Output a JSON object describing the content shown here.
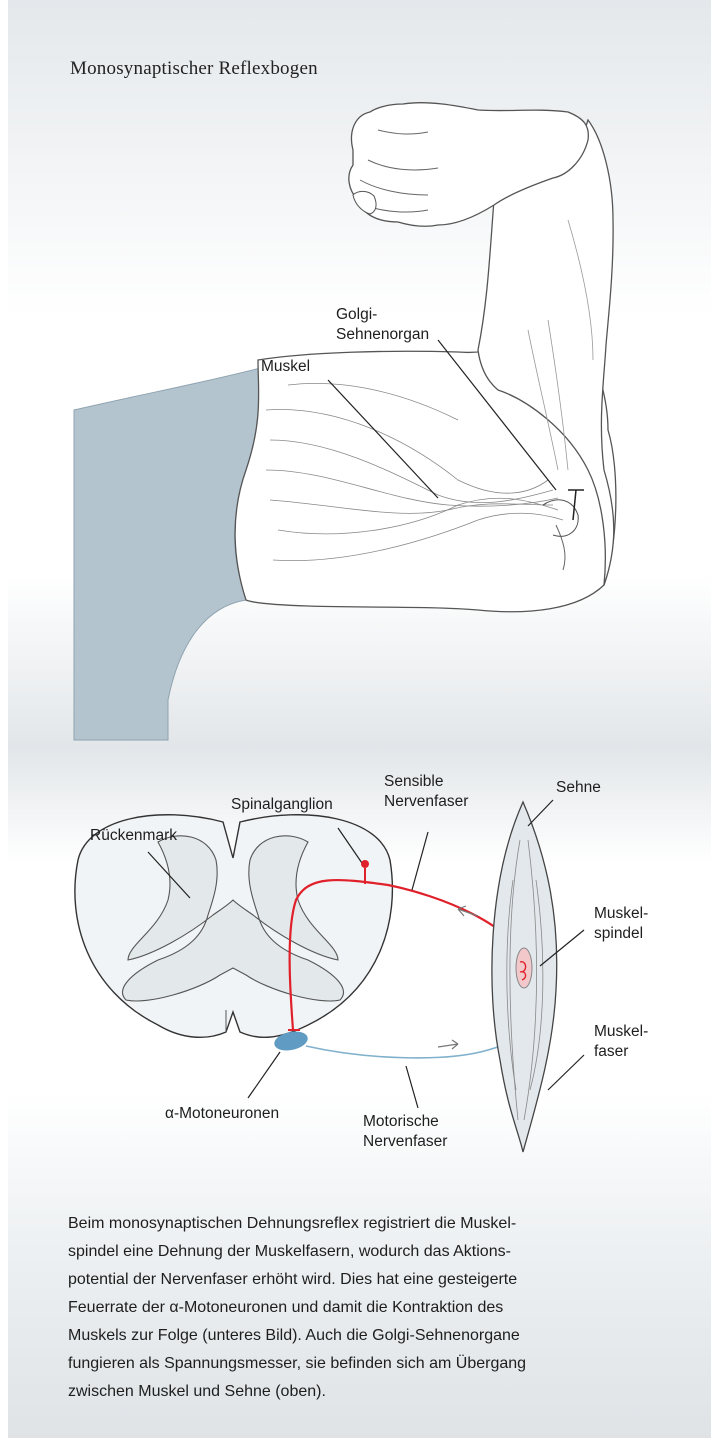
{
  "title": "Monosynaptischer Reflexbogen",
  "arm_labels": {
    "golgi": "Golgi-\nSehnenorgan",
    "muskel": "Muskel"
  },
  "spinal_labels": {
    "rueckenmark": "Rückenmark",
    "spinalganglion": "Spinalganglion",
    "sensible": "Sensible\nNervenfaser",
    "sehne": "Sehne",
    "muskelspindel": "Muskel-\nspindel",
    "muskelfaser": "Muskel-\nfaser",
    "motoneuronen": "α-Motoneuronen",
    "motorische": "Motorische\nNervenfaser"
  },
  "caption_lines": [
    "Beim monosynaptischen Dehnungsreflex registriert die Muskel-",
    "spindel eine Dehnung der Muskelfasern, wodurch das Aktions-",
    "potential der Nervenfaser erhöht wird. Dies hat eine gesteigerte",
    "Feuerrate der α-Motoneuronen und damit die Kontraktion des",
    "Muskels zur Folge (unteres Bild). Auch die Golgi-Sehnenorgane",
    "fungieren als Spannungsmesser, sie befinden sich am Übergang",
    "zwischen Muskel und Sehne (oben)."
  ],
  "colors": {
    "sensory_fiber": "#e0202a",
    "motor_fiber": "#7fb0cc",
    "motoneuron": "#5f9bc2",
    "body_shade": "#b3c4cf"
  }
}
